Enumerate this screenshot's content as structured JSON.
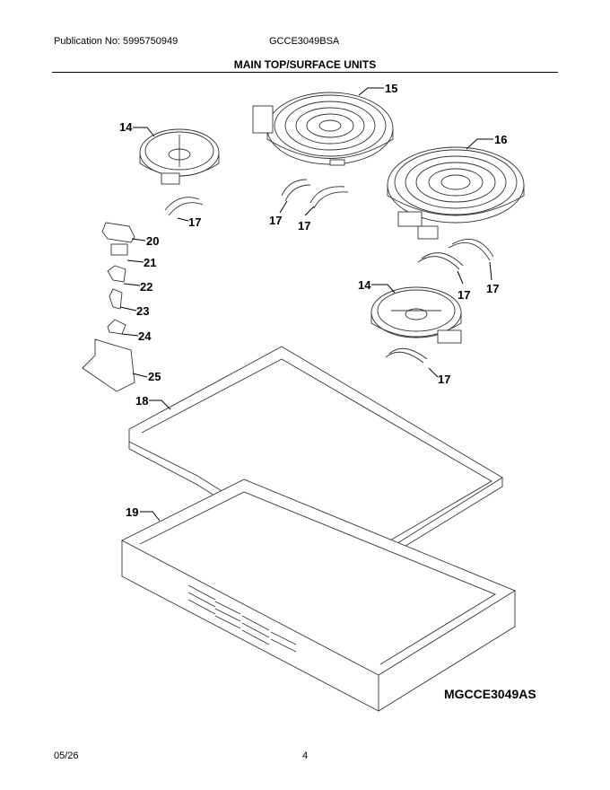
{
  "header": {
    "publication": "Publication No: 5995750949",
    "model": "GCCE3049BSA",
    "section_title": "MAIN TOP/SURFACE UNITS"
  },
  "callouts": {
    "c14a": "14",
    "c15": "15",
    "c16": "16",
    "c14b": "14",
    "c17a": "17",
    "c17b": "17",
    "c17c": "17",
    "c17d": "17",
    "c17e": "17",
    "c17f": "17",
    "c18": "18",
    "c19": "19",
    "c20": "20",
    "c21": "21",
    "c22": "22",
    "c23": "23",
    "c24": "24",
    "c25": "25"
  },
  "diagram_code": "MGCCE3049AS",
  "footer": {
    "date": "05/26",
    "page": "4"
  }
}
